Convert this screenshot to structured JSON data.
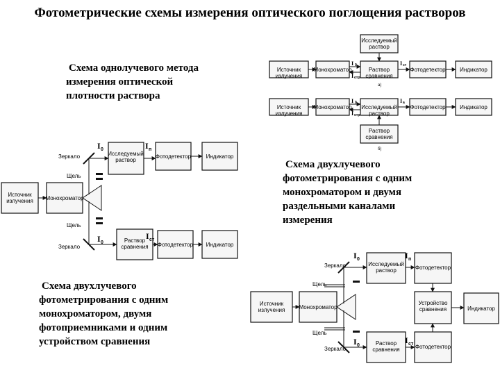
{
  "title": "Фотометрические схемы измерения оптического поглощения растворов",
  "captions": {
    "single_beam": "Схема однолучевого метода измерения оптической плотности раствора",
    "dual_two_detectors": "Схема двухлучевого фотометрирования с одним монохроматором, двумя фотоприемниками и одним устройством сравнения",
    "dual_two_channels": "Схема двухлучевого фотометрирования с одним монохроматором и двумя раздельными каналами измерения"
  },
  "blocks": {
    "source": "Источник излучения",
    "monochromator": "Монохроматор",
    "sample": "Исследуемый раствор",
    "reference": "Раствор сравнения",
    "photodetector": "Фотодетектор",
    "indicator": "Индикатор",
    "comparator": "Устройство сравнения"
  },
  "labels": {
    "mirror": "Зеркало",
    "slit": "Щель",
    "intensity": "I",
    "sub_0": "0",
    "sub_p": "п",
    "sub_st": "ст",
    "sub_otr": "отр",
    "sub_a": "а",
    "variant_a": "а)",
    "variant_b": "б)"
  }
}
